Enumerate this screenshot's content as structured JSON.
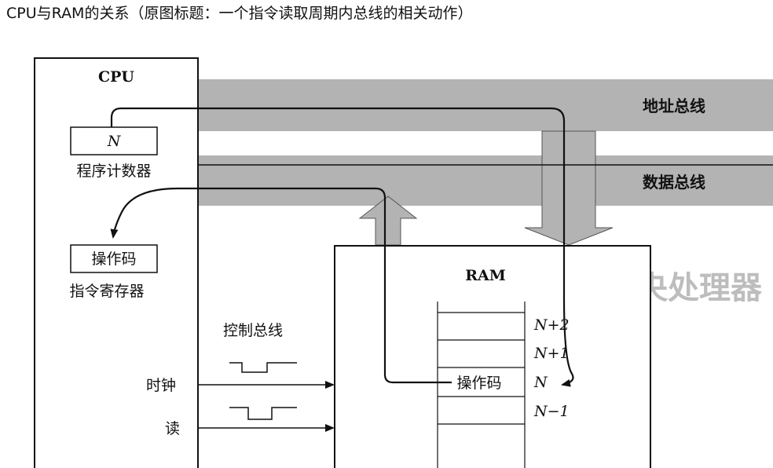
{
  "caption": "CPU与RAM的关系（原图标题：一个指令读取周期内总线的相关动作）",
  "cpu": {
    "title": "CPU",
    "program_counter_value": "N",
    "program_counter_label": "程序计数器",
    "instruction_register_value": "操作码",
    "instruction_register_label": "指令寄存器",
    "clock_label": "时钟",
    "read_label": "读"
  },
  "buses": {
    "address": "地址总线",
    "data": "数据总线",
    "control": "控制总线"
  },
  "ram": {
    "title": "RAM",
    "cell_content": "操作码",
    "addresses": [
      "N+2",
      "N+1",
      "N",
      "N−1"
    ]
  },
  "background_text": {
    "heading": "中央处理器"
  },
  "colors": {
    "bus_fill": "#b3b3b3",
    "line": "#111111"
  }
}
